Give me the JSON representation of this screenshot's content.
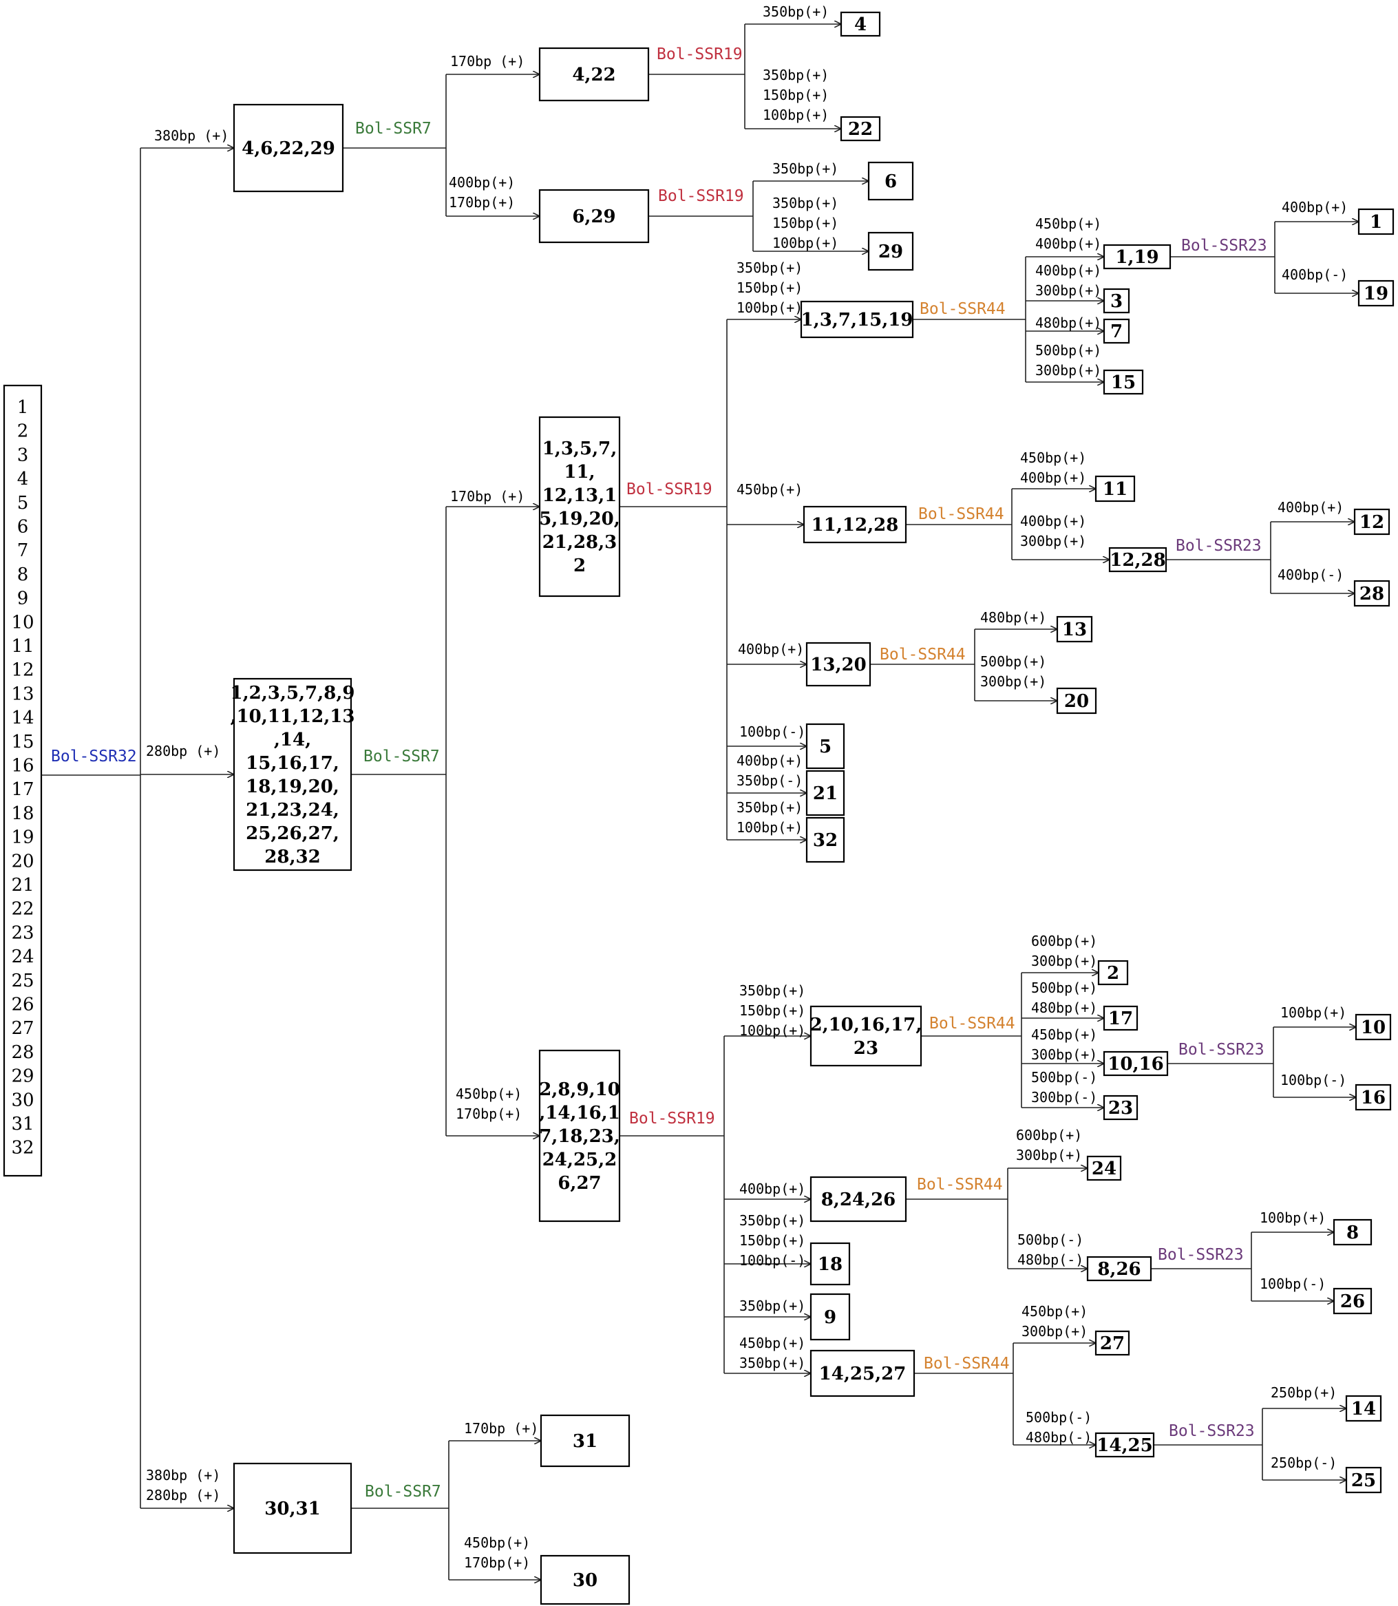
{
  "root_list": [
    "1",
    "2",
    "3",
    "4",
    "5",
    "6",
    "7",
    "8",
    "9",
    "10",
    "11",
    "12",
    "13",
    "14",
    "15",
    "16",
    "17",
    "18",
    "19",
    "20",
    "21",
    "22",
    "23",
    "24",
    "25",
    "26",
    "27",
    "28",
    "29",
    "30",
    "31",
    "32"
  ],
  "marker_colors": {
    "Bol-SSR32": "#1f2fb4",
    "Bol-SSR7": "#3a7a3a",
    "Bol-SSR19": "#c0303f",
    "Bol-SSR44": "#d4822f",
    "Bol-SSR23": "#6b3a7a"
  },
  "nodes": {
    "n4_6_22_29": [
      "4,6,22,29"
    ],
    "n4_22": [
      "4,22"
    ],
    "n4": [
      "4"
    ],
    "n22": [
      "22"
    ],
    "n6_29": [
      "6,29"
    ],
    "n6": [
      "6"
    ],
    "n29": [
      "29"
    ],
    "nBigB": [
      "1,2,3,5,7,8,9",
      ",10,11,12,13",
      ",14,",
      "15,16,17,",
      "18,19,20,",
      "21,23,24,",
      "25,26,27,",
      "28,32"
    ],
    "nGroupC": [
      "1,3,5,7,",
      "11,",
      "12,13,1",
      "5,19,20,",
      "21,28,3",
      "2"
    ],
    "n1_3_7_15_19": [
      "1,3,7,15,19"
    ],
    "n1_19": [
      "1,19"
    ],
    "n1": [
      "1"
    ],
    "n19": [
      "19"
    ],
    "n3": [
      "3"
    ],
    "n7": [
      "7"
    ],
    "n15": [
      "15"
    ],
    "n11_12_28": [
      "11,12,28"
    ],
    "n11": [
      "11"
    ],
    "n12_28": [
      "12,28"
    ],
    "n12": [
      "12"
    ],
    "n28": [
      "28"
    ],
    "n13_20": [
      "13,20"
    ],
    "n13": [
      "13"
    ],
    "n20": [
      "20"
    ],
    "n5": [
      "5"
    ],
    "n21": [
      "21"
    ],
    "n32": [
      "32"
    ],
    "nGroupD": [
      "2,8,9,10",
      ",14,16,1",
      "7,18,23,",
      "24,25,2",
      "6,27"
    ],
    "n2_10_16_17_23": [
      "2,10,16,17,",
      "23"
    ],
    "n2": [
      "2"
    ],
    "n17": [
      "17"
    ],
    "n10_16": [
      "10,16"
    ],
    "n10": [
      "10"
    ],
    "n16": [
      "16"
    ],
    "n23": [
      "23"
    ],
    "n8_24_26": [
      "8,24,26"
    ],
    "n24": [
      "24"
    ],
    "n8_26": [
      "8,26"
    ],
    "n8": [
      "8"
    ],
    "n26": [
      "26"
    ],
    "n18": [
      "18"
    ],
    "n9": [
      "9"
    ],
    "n14_25_27": [
      "14,25,27"
    ],
    "n27": [
      "27"
    ],
    "n14_25": [
      "14,25"
    ],
    "n14": [
      "14"
    ],
    "n25": [
      "25"
    ],
    "n30_31": [
      "30,31"
    ],
    "n31": [
      "31"
    ],
    "n30": [
      "30"
    ]
  },
  "markers": [
    {
      "id": "m_ssr32",
      "text": "Bol-SSR32",
      "type": "Bol-SSR32"
    },
    {
      "id": "m_ssr7_a",
      "text": "Bol-SSR7",
      "type": "Bol-SSR7"
    },
    {
      "id": "m_ssr7_b",
      "text": "Bol-SSR7",
      "type": "Bol-SSR7"
    },
    {
      "id": "m_ssr7_c",
      "text": "Bol-SSR7",
      "type": "Bol-SSR7"
    },
    {
      "id": "m_ssr19_a",
      "text": "Bol-SSR19",
      "type": "Bol-SSR19"
    },
    {
      "id": "m_ssr19_b",
      "text": "Bol-SSR19",
      "type": "Bol-SSR19"
    },
    {
      "id": "m_ssr19_c",
      "text": "Bol-SSR19",
      "type": "Bol-SSR19"
    },
    {
      "id": "m_ssr19_d",
      "text": "Bol-SSR19",
      "type": "Bol-SSR19"
    },
    {
      "id": "m_ssr44_a",
      "text": "Bol-SSR44",
      "type": "Bol-SSR44"
    },
    {
      "id": "m_ssr44_b",
      "text": "Bol-SSR44",
      "type": "Bol-SSR44"
    },
    {
      "id": "m_ssr44_c",
      "text": "Bol-SSR44",
      "type": "Bol-SSR44"
    },
    {
      "id": "m_ssr44_d",
      "text": "Bol-SSR44",
      "type": "Bol-SSR44"
    },
    {
      "id": "m_ssr44_e",
      "text": "Bol-SSR44",
      "type": "Bol-SSR44"
    },
    {
      "id": "m_ssr44_f",
      "text": "Bol-SSR44",
      "type": "Bol-SSR44"
    },
    {
      "id": "m_ssr23_a",
      "text": "Bol-SSR23",
      "type": "Bol-SSR23"
    },
    {
      "id": "m_ssr23_b",
      "text": "Bol-SSR23",
      "type": "Bol-SSR23"
    },
    {
      "id": "m_ssr23_c",
      "text": "Bol-SSR23",
      "type": "Bol-SSR23"
    },
    {
      "id": "m_ssr23_d",
      "text": "Bol-SSR23",
      "type": "Bol-SSR23"
    },
    {
      "id": "m_ssr23_e",
      "text": "Bol-SSR23",
      "type": "Bol-SSR23"
    }
  ],
  "bands": [
    {
      "id": "b_380",
      "lines": [
        "380bp (+)"
      ]
    },
    {
      "id": "b_280",
      "lines": [
        "280bp (+)"
      ]
    },
    {
      "id": "b_380_280",
      "lines": [
        "380bp (+)",
        "280bp (+)"
      ]
    },
    {
      "id": "b_170_a",
      "lines": [
        "170bp (+)"
      ]
    },
    {
      "id": "b_400_170",
      "lines": [
        "400bp(+)",
        "170bp(+)"
      ]
    },
    {
      "id": "b_350_4",
      "lines": [
        "350bp(+)"
      ]
    },
    {
      "id": "b_350_150_100_22",
      "lines": [
        "350bp(+)",
        "150bp(+)",
        "100bp(+)"
      ]
    },
    {
      "id": "b_350_6",
      "lines": [
        "350bp(+)"
      ]
    },
    {
      "id": "b_350_150_100_29",
      "lines": [
        "350bp(+)",
        "150bp(+)",
        "100bp(+)"
      ]
    },
    {
      "id": "b_170_c",
      "lines": [
        "170bp (+)"
      ]
    },
    {
      "id": "b_450_170_d",
      "lines": [
        "450bp(+)",
        "170bp(+)"
      ]
    },
    {
      "id": "b_350_150_100_c1",
      "lines": [
        "350bp(+)",
        "150bp(+)",
        "100bp(+)"
      ]
    },
    {
      "id": "b_450_c2",
      "lines": [
        "450bp(+)"
      ]
    },
    {
      "id": "b_400_c3",
      "lines": [
        "400bp(+)"
      ]
    },
    {
      "id": "b_100m_5",
      "lines": [
        "100bp(-)"
      ]
    },
    {
      "id": "b_400_350m_21",
      "lines": [
        "400bp(+)",
        "350bp(-)"
      ]
    },
    {
      "id": "b_350_100_32",
      "lines": [
        "350bp(+)",
        "100bp(+)"
      ]
    },
    {
      "id": "b_450_400_119",
      "lines": [
        "450bp(+)",
        "400bp(+)"
      ]
    },
    {
      "id": "b_400_300_3",
      "lines": [
        "400bp(+)",
        "300bp(+)"
      ]
    },
    {
      "id": "b_480_7",
      "lines": [
        "480bp(+)"
      ]
    },
    {
      "id": "b_500_300_15",
      "lines": [
        "500bp(+)",
        "300bp(+)"
      ]
    },
    {
      "id": "b_400p_1",
      "lines": [
        "400bp(+)"
      ]
    },
    {
      "id": "b_400m_19",
      "lines": [
        "400bp(-)"
      ]
    },
    {
      "id": "b_450_400_11",
      "lines": [
        "450bp(+)",
        "400bp(+)"
      ]
    },
    {
      "id": "b_400_300_1228",
      "lines": [
        "400bp(+)",
        "300bp(+)"
      ]
    },
    {
      "id": "b_400p_12",
      "lines": [
        "400bp(+)"
      ]
    },
    {
      "id": "b_400m_28",
      "lines": [
        "400bp(-)"
      ]
    },
    {
      "id": "b_480_13",
      "lines": [
        "480bp(+)"
      ]
    },
    {
      "id": "b_500_300_20",
      "lines": [
        "500bp(+)",
        "300bp(+)"
      ]
    },
    {
      "id": "b_350_150_100_d1",
      "lines": [
        "350bp(+)",
        "150bp(+)",
        "100bp(+)"
      ]
    },
    {
      "id": "b_400_d2",
      "lines": [
        "400bp(+)"
      ]
    },
    {
      "id": "b_350_150_100m_18",
      "lines": [
        "350bp(+)",
        "150bp(+)",
        "100bp(-)"
      ]
    },
    {
      "id": "b_350_9",
      "lines": [
        "350bp(+)"
      ]
    },
    {
      "id": "b_450_350_d5",
      "lines": [
        "450bp(+)",
        "350bp(+)"
      ]
    },
    {
      "id": "b_600_300_2",
      "lines": [
        "600bp(+)",
        "300bp(+)"
      ]
    },
    {
      "id": "b_500_480_17",
      "lines": [
        "500bp(+)",
        "480bp(+)"
      ]
    },
    {
      "id": "b_450_300_1016",
      "lines": [
        "450bp(+)",
        "300bp(+)"
      ]
    },
    {
      "id": "b_500m_300m_23",
      "lines": [
        "500bp(-)",
        "300bp(-)"
      ]
    },
    {
      "id": "b_100p_10",
      "lines": [
        "100bp(+)"
      ]
    },
    {
      "id": "b_100m_16",
      "lines": [
        "100bp(-)"
      ]
    },
    {
      "id": "b_600_300_24",
      "lines": [
        "600bp(+)",
        "300bp(+)"
      ]
    },
    {
      "id": "b_500m_480m_826",
      "lines": [
        "500bp(-)",
        "480bp(-)"
      ]
    },
    {
      "id": "b_100p_8",
      "lines": [
        "100bp(+)"
      ]
    },
    {
      "id": "b_100m_26",
      "lines": [
        "100bp(-)"
      ]
    },
    {
      "id": "b_450_300_27",
      "lines": [
        "450bp(+)",
        "300bp(+)"
      ]
    },
    {
      "id": "b_500m_480m_1425",
      "lines": [
        "500bp(-)",
        "480bp(-)"
      ]
    },
    {
      "id": "b_250p_14",
      "lines": [
        "250bp(+)"
      ]
    },
    {
      "id": "b_250m_25",
      "lines": [
        "250bp(-)"
      ]
    },
    {
      "id": "b_170_e",
      "lines": [
        "170bp (+)"
      ]
    },
    {
      "id": "b_450_170_e",
      "lines": [
        "450bp(+)",
        "170bp(+)"
      ]
    }
  ]
}
